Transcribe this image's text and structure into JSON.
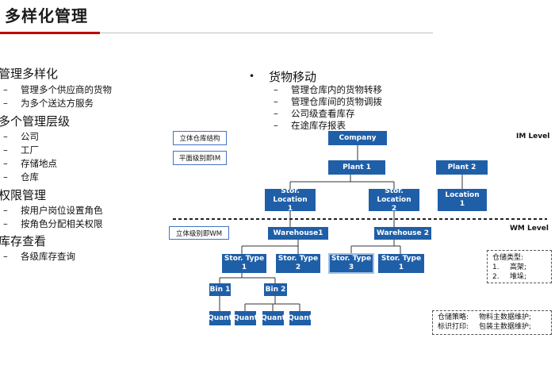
{
  "title": "多样化管理",
  "left": {
    "sections": [
      {
        "heading": "管理多样化",
        "items": [
          "管理多个供应商的货物",
          "为多个送达方服务"
        ]
      },
      {
        "heading": "多个管理层级",
        "items": [
          "公司",
          "工厂",
          "存储地点",
          "仓库"
        ]
      },
      {
        "heading": "权限管理",
        "items": [
          "按用户岗位设置角色",
          "按角色分配相关权限"
        ]
      },
      {
        "heading": "库存查看",
        "items": [
          "各级库存查询"
        ]
      }
    ]
  },
  "right": {
    "bullet": "•",
    "heading": "货物移动",
    "items": [
      "管理仓库内的货物转移",
      "管理仓库间的货物调拨",
      "公司级查看库存",
      "在途库存报表"
    ]
  },
  "dash": "–",
  "diagram": {
    "tags": {
      "structure": "立体仓库结构",
      "im_flat": "平面级别即IM",
      "wm_stereo": "立体级别即WM"
    },
    "levels": {
      "im": "IM Level",
      "wm": "WM Level"
    },
    "nodes": {
      "company": "Company",
      "plant1": "Plant 1",
      "plant2": "Plant 2",
      "sloc1": "Stor. Location\n1",
      "sloc2": "Stor. Location\n2",
      "loc1": "Location\n1",
      "wh1": "Warehouse1",
      "wh2": "Warehouse 2",
      "st1": "Stor. Type\n1",
      "st2": "Stor. Type\n2",
      "st3": "Stor. Type\n3",
      "st1b": "Stor. Type\n1",
      "bin1": "Bin 1",
      "bin2": "Bin 2",
      "quant1": "Quant",
      "quant2": "Quant",
      "quant3": "Quant",
      "quant4": "Quant"
    },
    "storage_types_note": {
      "title": "仓储类型:",
      "items": [
        {
          "num": "1.",
          "text": "高架;"
        },
        {
          "num": "2.",
          "text": "堆垛;"
        }
      ]
    },
    "strategy_note": {
      "rows": [
        {
          "label": "仓储策略:",
          "text": "物料主数据维护;"
        },
        {
          "label": "标识打印:",
          "text": "包装主数据维护;"
        }
      ]
    },
    "colors": {
      "box": "#1f5fa8",
      "box_outline": "#9dc3e6",
      "title_rule": "#c00000"
    }
  }
}
